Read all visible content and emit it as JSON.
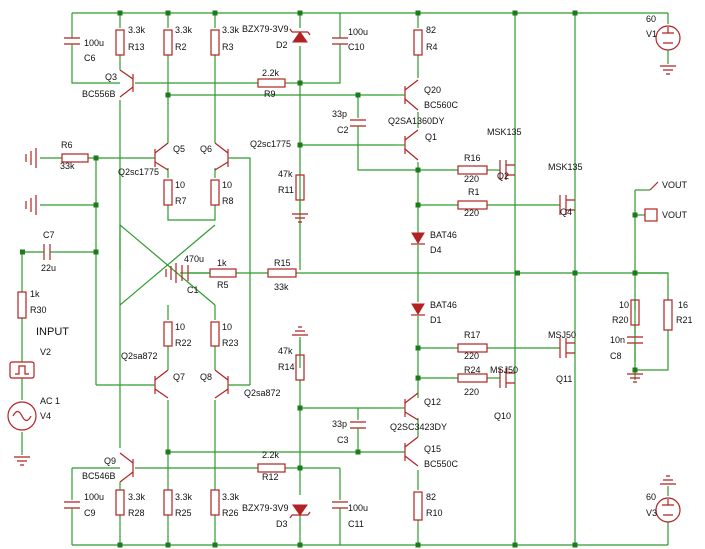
{
  "labels": {
    "r13_val": "3.3k",
    "r13": "R13",
    "r2_val": "3.3k",
    "r2": "R2",
    "r3_val": "3.3k",
    "r3": "R3",
    "d2_val": "BZX79-3V9",
    "d2": "D2",
    "c10_val": "100u",
    "c10": "C10",
    "c6_val": "100u",
    "c6": "C6",
    "r4_val": "82",
    "r4": "R4",
    "v1_val": "60",
    "v1": "V1",
    "q3": "Q3",
    "q3_type": "BC556B",
    "r9_val": "2.2k",
    "r9": "R9",
    "q20": "Q20",
    "q20_type": "BC560C",
    "c2_val": "33p",
    "c2": "C2",
    "q1_type": "Q2SA1360DY",
    "q1": "Q1",
    "msk135_a": "MSK135",
    "q2": "Q2",
    "msk135_b": "MSK135",
    "q4": "Q4",
    "r6": "R6",
    "r6_val": "33k",
    "q5": "Q5",
    "q6": "Q6",
    "q56_type": "Q2sc1775",
    "q2sc_b": "Q2sc1775",
    "r16": "R16",
    "r16_val": "220",
    "r1": "R1",
    "r1_val": "220",
    "r7_val": "10",
    "r7": "R7",
    "r8_val": "10",
    "r8": "R8",
    "r11_val": "47k",
    "r11": "R11",
    "vout_a": "VOUT",
    "vout_b": "VOUT",
    "c7": "C7",
    "c7_val": "22u",
    "bat46_a": "BAT46",
    "d4": "D4",
    "c1_val": "470u",
    "c1": "C1",
    "r5_val": "1k",
    "r5": "R5",
    "r15": "R15",
    "r15_val": "33k",
    "r30_val": "1k",
    "r30": "R30",
    "bat46_b": "BAT46",
    "d1": "D1",
    "r20_val": "10",
    "r20": "R20",
    "r21_val": "16",
    "r21": "R21",
    "input": "INPUT",
    "r22_val": "10",
    "r22": "R22",
    "r23_val": "10",
    "r23": "R23",
    "r17": "R17",
    "r17_val": "220",
    "msj50_a": "MSJ50",
    "q11": "Q11",
    "c8_val": "10n",
    "c8": "C8",
    "v2": "V2",
    "q78_type": "Q2sa872",
    "q7": "Q7",
    "q8": "Q8",
    "q2sa_b": "Q2sa872",
    "r14_val": "47k",
    "r14": "R14",
    "r24": "R24",
    "r24_val": "220",
    "msj50_b": "MSJ50",
    "q10": "Q10",
    "v4_val": "AC 1",
    "v4": "V4",
    "q12": "Q12",
    "c3_val": "33p",
    "c3": "C3",
    "q12_type": "Q2SC3423DY",
    "q15": "Q15",
    "q15_type": "BC550C",
    "q9": "Q9",
    "q9_type": "BC546B",
    "r12_val": "2.2k",
    "r12": "R12",
    "c9_val": "100u",
    "c9": "C9",
    "r28_val": "3.3k",
    "r28": "R28",
    "r25_val": "3.3k",
    "r25": "R25",
    "r26_val": "3.3k",
    "r26": "R26",
    "d3_val": "BZX79-3V9",
    "d3": "D3",
    "c11_val": "100u",
    "c11": "C11",
    "r10_val": "82",
    "r10": "R10",
    "v3_val": "60",
    "v3": "V3"
  }
}
